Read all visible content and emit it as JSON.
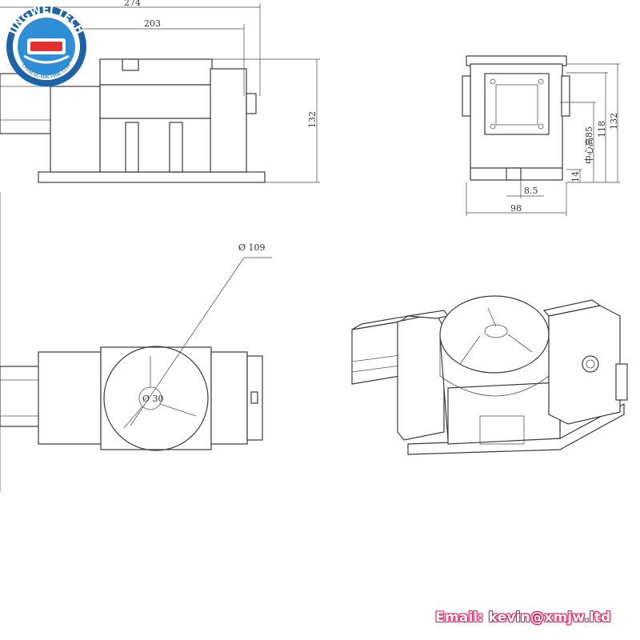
{
  "logo": {
    "brand": "JINGWEI TECH",
    "website": "CHINESE-MACHINE.COM",
    "colors": {
      "ring": "#1c63a8",
      "inner": "#2e8fd8",
      "accent": "#e03030"
    }
  },
  "dimensions": {
    "front": {
      "overall_length": "274",
      "length": "203",
      "height": "132"
    },
    "side": {
      "height_132": "132",
      "height_118": "118",
      "spindle": "中心高85",
      "base_14": "14",
      "slot": "8.5",
      "width": "98"
    },
    "top": {
      "diameter_large": "Ø 109",
      "diameter_small": "Ø 30"
    }
  },
  "contact": {
    "email": "Email: kevin@xmjw.ltd",
    "color": "#e0245e"
  }
}
